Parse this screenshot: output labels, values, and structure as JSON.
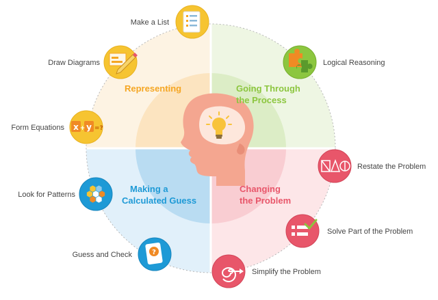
{
  "colors": {
    "representing": "#f5a623",
    "going_through": "#8cc63f",
    "calculated_guess": "#1e9ad6",
    "changing": "#e8566a",
    "head": "#f4a690",
    "bulb": "#f8c33a"
  },
  "quadrants": {
    "representing": {
      "line1": "Representing"
    },
    "going_through": {
      "line1": "Going Through",
      "line2": "the Process"
    },
    "calculated_guess": {
      "line1": "Making a",
      "line2": "Calculated Guess"
    },
    "changing": {
      "line1": "Changing",
      "line2": "the Problem"
    }
  },
  "strategies": {
    "make_list": {
      "label": "Make a List",
      "icon": "list-icon"
    },
    "draw_diagrams": {
      "label": "Draw Diagrams",
      "icon": "pencil-icon"
    },
    "form_equations": {
      "label": "Form Equations",
      "icon": "equation-icon",
      "glyph_x": "x",
      "glyph_plus": "+",
      "glyph_y": "y",
      "glyph_q": "=?"
    },
    "logical_reasoning": {
      "label": "Logical Reasoning",
      "icon": "puzzle-icon"
    },
    "look_patterns": {
      "label": "Look for Patterns",
      "icon": "hexagon-pattern-icon"
    },
    "guess_check": {
      "label": "Guess and Check",
      "icon": "question-card-icon",
      "glyph": "?"
    },
    "restate": {
      "label": "Restate the Problem",
      "icon": "shapes-icon"
    },
    "solve_part": {
      "label": "Solve Part of the Problem",
      "icon": "checklist-icon"
    },
    "simplify": {
      "label": "Simplify the Problem",
      "icon": "spiral-arrow-icon"
    }
  }
}
